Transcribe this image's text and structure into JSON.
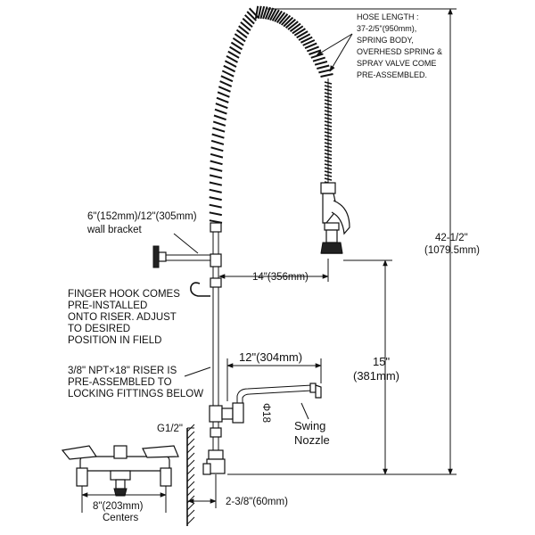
{
  "labels": {
    "hose_length": [
      "HOSE LENGTH :",
      "37-2/5\"(950mm),",
      "SPRING BODY,",
      "OVERHESD SPRING &",
      "SPRAY VALVE COME",
      "PRE-ASSEMBLED."
    ],
    "wall_bracket": [
      "6\"(152mm)/12\"(305mm)",
      "wall bracket"
    ],
    "finger_hook": [
      "FINGER HOOK COMES",
      "PRE-INSTALLED",
      "ONTO RISER. ADJUST",
      "TO DESIRED",
      "POSITION IN FIELD"
    ],
    "riser": [
      "3/8\" NPT×18\" RISER IS",
      "PRE-ASSEMBLED TO",
      "LOCKING FITTINGS BELOW"
    ],
    "g_half": "G1/2\"",
    "centers": [
      "8\"(203mm)",
      "Centers"
    ],
    "offset": "2-3/8\"(60mm)",
    "dim_14": "14\"(356mm)",
    "dim_12": "12\"(304mm)",
    "phi18": "Φ18",
    "swing_nozzle": [
      "Swing",
      "Nozzle"
    ],
    "dim_15": [
      "15\"",
      "(381mm)"
    ],
    "dim_42": [
      "42-1/2\"",
      "(1079.5mm)"
    ]
  }
}
